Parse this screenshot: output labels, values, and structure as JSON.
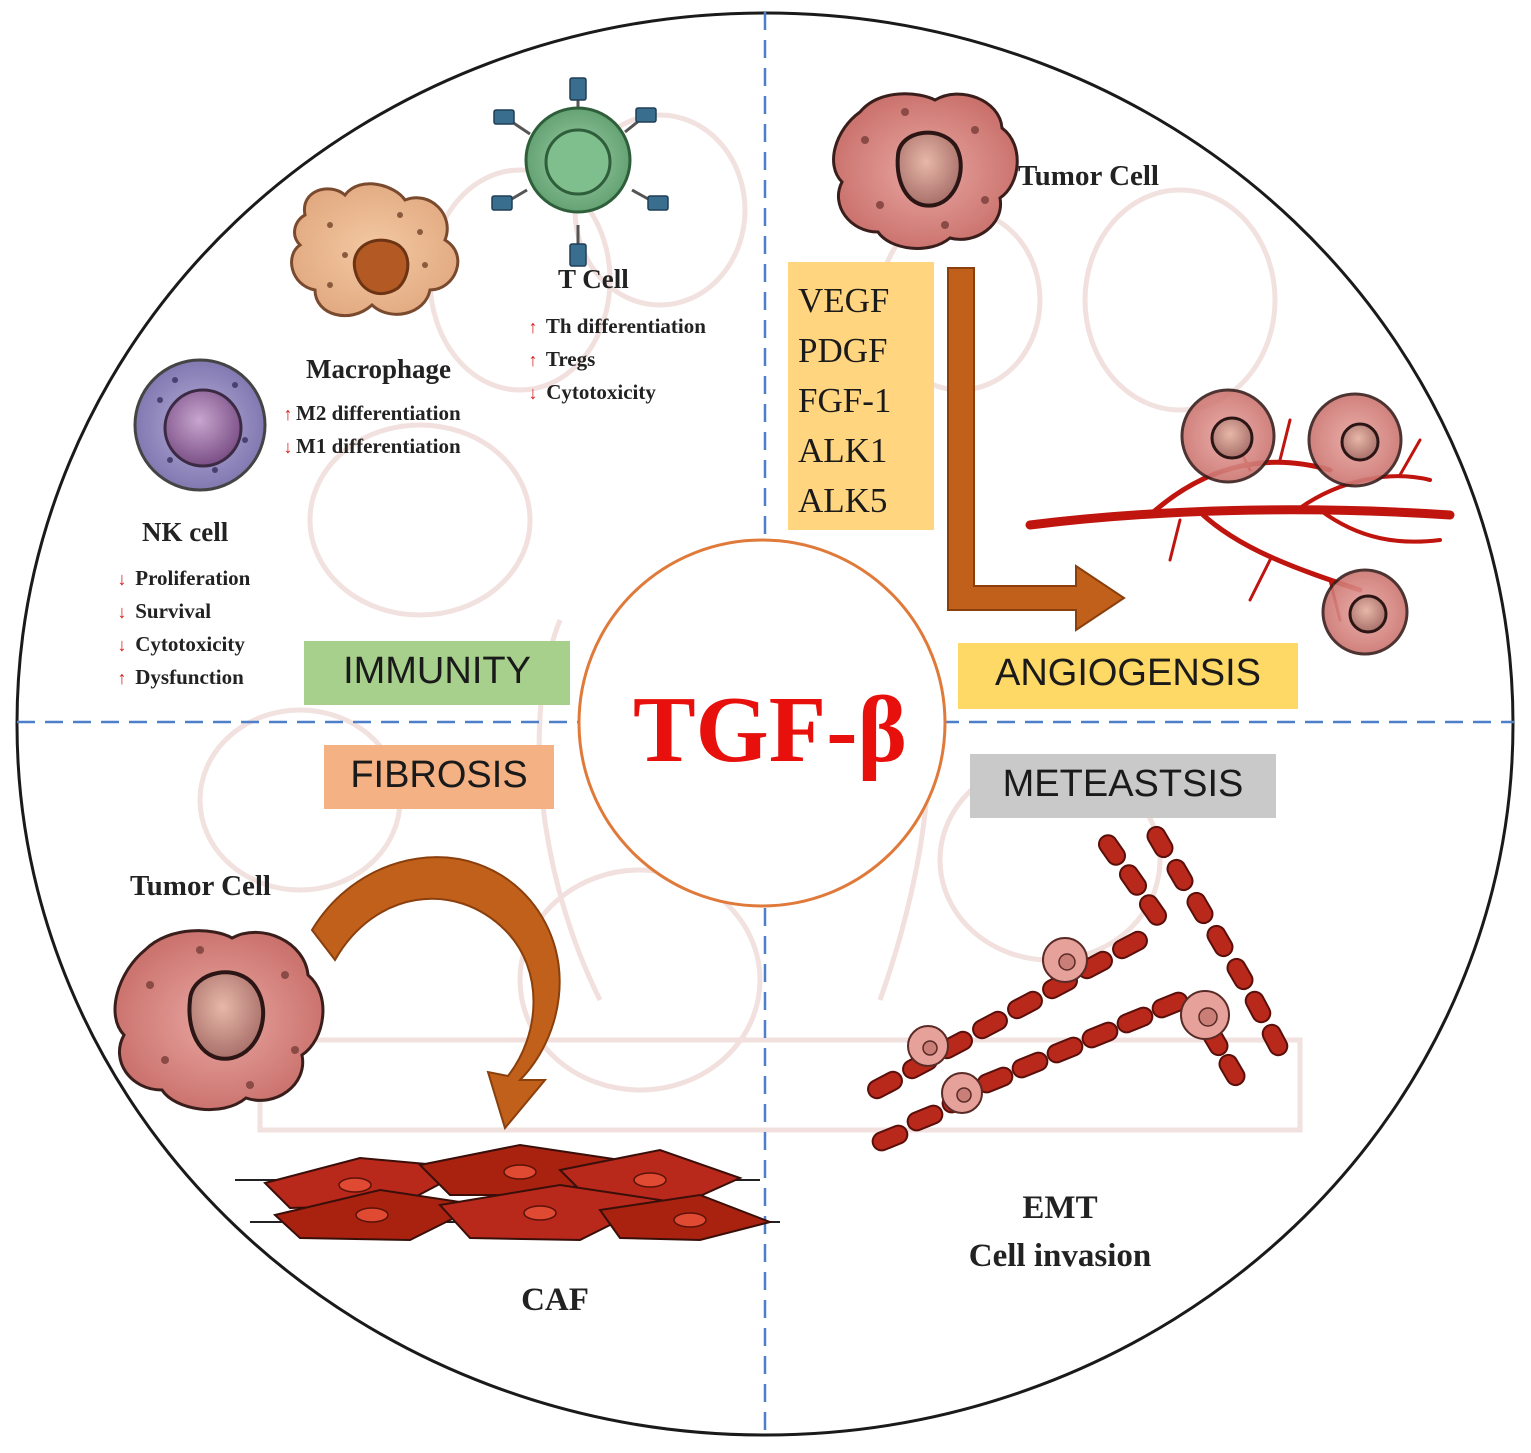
{
  "colors": {
    "frame": "#1a1a1a",
    "divider": "#4f7fc9",
    "center_ring": "#e07a3a",
    "title_red": "#e8100c",
    "up_arrow": "#d81b1b",
    "down_arrow": "#d81b1b",
    "immunity_box": "#a8d08d",
    "angiogenesis_box": "#ffd966",
    "fibrosis_box": "#f4b183",
    "metastasis_box": "#c9c9c9",
    "factor_box": "#ffd580",
    "tumor_cell": "#d98b87",
    "vessel_red": "#c0140f",
    "caf_red": "#b8281b",
    "pathway_arrow": "#c0601a"
  },
  "center": {
    "title": "TGF-β"
  },
  "quadrants": {
    "immunity": "IMMUNITY",
    "angiogenesis": "ANGIOGENSIS",
    "fibrosis": "FIBROSIS",
    "metastasis": "METEASTSIS"
  },
  "immune_cells": {
    "t_cell": {
      "name": "T Cell",
      "effects": [
        {
          "direction": "up",
          "text": "Th differentiation"
        },
        {
          "direction": "up",
          "text": "Tregs"
        },
        {
          "direction": "down",
          "text": "Cytotoxicity"
        }
      ]
    },
    "macrophage": {
      "name": "Macrophage",
      "effects": [
        {
          "direction": "up",
          "text": "M2 differentiation"
        },
        {
          "direction": "down",
          "text": "M1 differentiation"
        }
      ]
    },
    "nk_cell": {
      "name": "NK cell",
      "effects": [
        {
          "direction": "down",
          "text": "Proliferation"
        },
        {
          "direction": "down",
          "text": "Survival"
        },
        {
          "direction": "down",
          "text": "Cytotoxicity"
        },
        {
          "direction": "up",
          "text": "Dysfunction"
        }
      ]
    }
  },
  "angiogenesis": {
    "source_cell": "Tumor Cell",
    "factors": [
      "VEGF",
      "PDGF",
      "FGF-1",
      "ALK1",
      "ALK5"
    ]
  },
  "fibrosis": {
    "source_cell": "Tumor Cell",
    "product": "CAF"
  },
  "metastasis": {
    "caption_line1": "EMT",
    "caption_line2": "Cell invasion"
  },
  "icons": {
    "up": "↑",
    "down": "↓"
  }
}
